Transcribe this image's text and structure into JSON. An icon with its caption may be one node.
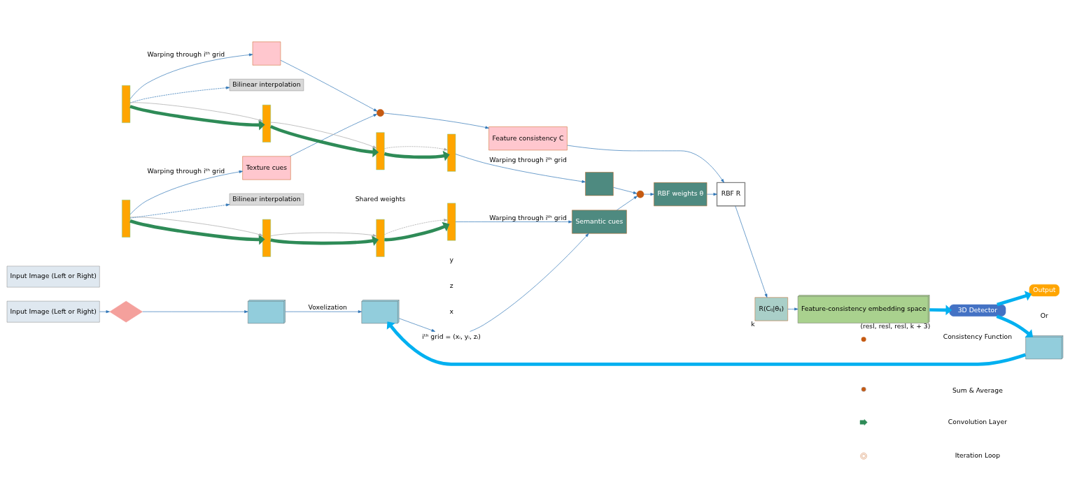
{
  "diagram": {
    "nodes": [
      {
        "text": [
          "Input Image (Left or Right)"
        ]
      },
      {
        "text": [],
        "shape": "bowtie"
      },
      {
        "text": [],
        "shape": "cuboid"
      },
      {
        "text": [],
        "shape": "cuboid"
      },
      {
        "text": [],
        "shape": "cuboid"
      },
      {
        "text": [
          "Output"
        ]
      },
      {
        "text": [
          "3D Detector"
        ]
      },
      {
        "text": [],
        "shape": "bar"
      },
      {
        "text": [],
        "shape": "bar"
      },
      {
        "text": [],
        "shape": "bar"
      },
      {
        "text": [],
        "shape": "bar"
      },
      {
        "text": [
          "Semantic cues"
        ]
      },
      {
        "text": [
          "iᵗʰ grid = (xᵢ, yᵢ, zᵢ)"
        ]
      },
      {
        "text": [
          "Bilinear interpolation"
        ]
      },
      {
        "text": [
          "Bilinear interpolation"
        ]
      },
      {
        "text": [
          "Texture cues"
        ]
      },
      {
        "text": [],
        "shape": "box"
      },
      {
        "text": [],
        "shape": "circle"
      },
      {
        "text": [
          "Feature consistency C"
        ]
      },
      {
        "text": [],
        "shape": "circle"
      },
      {
        "text": [
          "RBF weights θ"
        ]
      },
      {
        "text": [
          "RBF R"
        ]
      },
      {
        "text": [
          "R(Cᵢⱼ|θᵢⱼ)"
        ],
        "beside": [
          "k"
        ]
      },
      {
        "text": [
          "Feature-consistency embedding space"
        ],
        "beside": [
          "(resl, resl, resl, k + 3)"
        ]
      },
      {
        "text": [],
        "shape": "bar"
      },
      {
        "text": [],
        "shape": "bar"
      },
      {
        "text": [],
        "shape": "bar"
      },
      {
        "text": [],
        "shape": "bar"
      },
      {
        "text": [],
        "shape": "box"
      },
      {
        "text": [
          "Input Image (Left or Right)"
        ]
      }
    ],
    "edges": [
      {
        "from": 0,
        "to": 1,
        "arrow": "to"
      },
      {
        "from": 1,
        "to": 2,
        "arrow": "to"
      },
      {
        "from": 2,
        "to": 3,
        "arrow": "to",
        "label": "Voxelization"
      },
      {
        "from": 4,
        "to": 3,
        "arrow": "to",
        "style": "thick",
        "color": "#00b0f0"
      },
      {
        "from": 6,
        "to": 4,
        "arrow": "to",
        "style": "thick",
        "color": "#00b0f0"
      },
      {
        "from": 6,
        "to": 5,
        "arrow": "to",
        "style": "thick",
        "color": "#00b0f0"
      },
      {
        "from": 23,
        "to": 6,
        "arrow": "to",
        "style": "thick",
        "color": "#00b0f0"
      },
      {
        "from": 3,
        "to": 12,
        "arrow": "to"
      },
      {
        "from": 12,
        "to": 11,
        "arrow": "to"
      },
      {
        "from": 7,
        "to": 8,
        "arrow": "to",
        "style": "thick",
        "color": "#2e8b57"
      },
      {
        "from": 8,
        "to": 9,
        "arrow": "to",
        "style": "thick",
        "color": "#2e8b57"
      },
      {
        "from": 9,
        "to": 10,
        "arrow": "to",
        "style": "thick",
        "color": "#2e8b57"
      },
      {
        "from": 7,
        "to": 8,
        "arrow": "to",
        "color": "#a6a6a6"
      },
      {
        "from": 8,
        "to": 9,
        "arrow": "to",
        "color": "#a6a6a6"
      },
      {
        "from": 9,
        "to": 10,
        "arrow": "to",
        "style": "dashed",
        "color": "#a6a6a6"
      },
      {
        "from": 10,
        "to": 11,
        "arrow": "to",
        "label": "Warping through iᵗʰ grid"
      },
      {
        "from": 7,
        "to": 13,
        "arrow": "to",
        "style": "dashed"
      },
      {
        "from": 7,
        "to": 15,
        "arrow": "to",
        "label": "Warping through iᵗʰ grid"
      },
      {
        "from": 15,
        "to": 17,
        "arrow": "to"
      },
      {
        "from": 16,
        "to": 17,
        "arrow": "to"
      },
      {
        "from": 17,
        "to": 18,
        "arrow": "to"
      },
      {
        "from": 11,
        "to": 19,
        "arrow": "to"
      },
      {
        "from": 28,
        "to": 19,
        "arrow": "to"
      },
      {
        "from": 19,
        "to": 20,
        "arrow": "to"
      },
      {
        "from": 20,
        "to": 21,
        "arrow": "to"
      },
      {
        "from": 18,
        "to": 21,
        "arrow": "to"
      },
      {
        "from": 21,
        "to": 22,
        "arrow": "to"
      },
      {
        "from": 22,
        "to": 23,
        "arrow": "to"
      },
      {
        "from": 24,
        "to": 25,
        "arrow": "to",
        "style": "thick",
        "color": "#2e8b57"
      },
      {
        "from": 25,
        "to": 26,
        "arrow": "to",
        "style": "thick",
        "color": "#2e8b57"
      },
      {
        "from": 26,
        "to": 27,
        "arrow": "to",
        "style": "thick",
        "color": "#2e8b57"
      },
      {
        "from": 24,
        "to": 25,
        "arrow": "to",
        "color": "#a6a6a6"
      },
      {
        "from": 25,
        "to": 26,
        "arrow": "to",
        "color": "#a6a6a6"
      },
      {
        "from": 26,
        "to": 27,
        "arrow": "to",
        "style": "dashed",
        "color": "#a6a6a6"
      },
      {
        "from": 24,
        "to": 14,
        "arrow": "to",
        "style": "dashed"
      },
      {
        "from": 24,
        "to": 16,
        "arrow": "to",
        "label": "Warping through iᵗʰ grid"
      },
      {
        "from": 27,
        "to": 28,
        "arrow": "to",
        "label": "Warping through iᵗʰ grid"
      }
    ],
    "labels": [
      "z",
      "x",
      "y",
      "Or",
      "Shared weights"
    ],
    "legend": [
      {
        "text": "Consistency Function"
      },
      {
        "text": "Sum & Average"
      },
      {
        "text": "Convolution Layer"
      },
      {
        "text": "Iteration Loop"
      }
    ]
  }
}
